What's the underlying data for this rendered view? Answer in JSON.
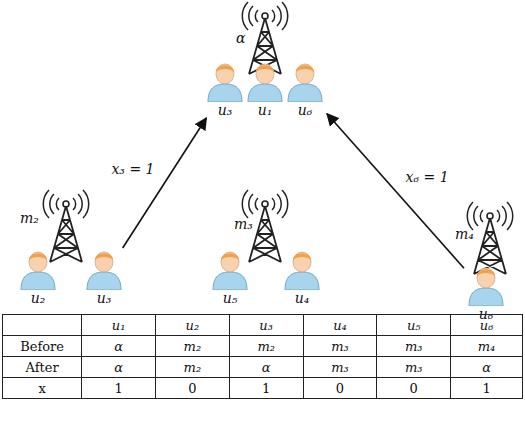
{
  "diagram": {
    "nodes": [
      {
        "text": [
          "u₃"
        ]
      },
      {
        "text": [
          "u₁"
        ]
      },
      {
        "text": [
          "u₆"
        ]
      },
      {
        "text": [
          "u₂"
        ]
      },
      {
        "text": [
          "u₃"
        ]
      },
      {
        "text": [
          "u₅"
        ]
      },
      {
        "text": [
          "u₄"
        ]
      },
      {
        "text": [
          "u₆"
        ]
      }
    ],
    "edges": [
      {
        "from": 4,
        "to": 0,
        "arrow": "to",
        "label": "x₃ = 1"
      },
      {
        "from": 7,
        "to": 2,
        "arrow": "to",
        "label": "x₆ = 1"
      }
    ],
    "labels": [
      "α",
      "m₂",
      "m₃",
      "m₄",
      "u₁",
      "u₂",
      "u₃",
      "u₄",
      "u₅",
      "u₆",
      "Before",
      "α",
      "m₂",
      "m₂",
      "m₃",
      "m₃",
      "m₄",
      "After",
      "α",
      "m₂",
      "α",
      "m₃",
      "m₃",
      "α",
      "x",
      "1",
      "0",
      "1",
      "0",
      "0",
      "1"
    ]
  }
}
